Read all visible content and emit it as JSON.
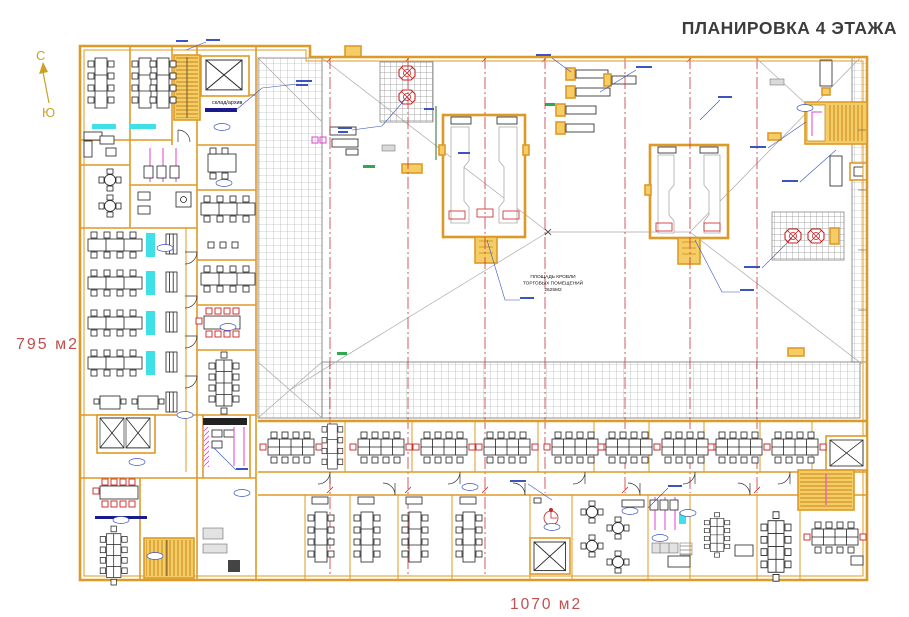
{
  "title": "ПЛАНИРОВКА 4 ЭТАЖА",
  "compass": {
    "north": "С",
    "south": "Ю"
  },
  "area_labels": {
    "left_wing": "795 м2",
    "bottom_wing": "1070 м2"
  },
  "roof_label": {
    "line1": "ПЛОЩАДЬ КРОВЛИ",
    "line2": "ТОРГОВЫХ ПОМЕЩЕНИЙ",
    "line3": "2625М2"
  },
  "room_labels": {
    "storage_archive": "склад/архив"
  },
  "colors": {
    "wall_orange": "#DD9A26",
    "wall_yellow": "#F5CD66",
    "area_red": "#C0504D",
    "title_gray": "#3C3C3C",
    "compass_gold": "#C9A227",
    "axis_red": "#CC3333",
    "equipment_red": "#CC2222",
    "cyan": "#3FE0E8",
    "magenta": "#E040D0",
    "annotation_blue": "#3A55C0",
    "navy": "#1A1A8C",
    "green": "#2FA84F"
  }
}
